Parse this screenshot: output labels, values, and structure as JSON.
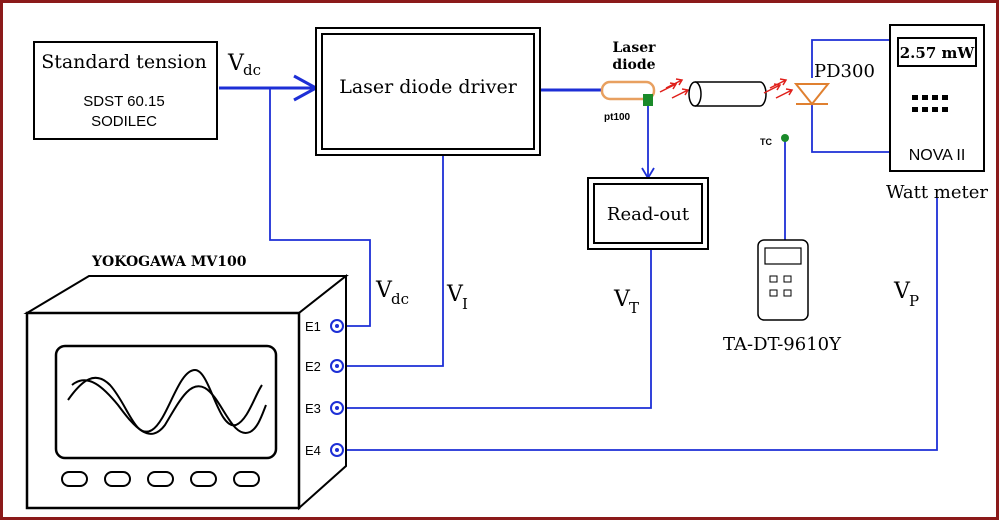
{
  "standard_tension": {
    "title": "Standard tension",
    "model": "SDST 60.15",
    "maker": "SODILEC"
  },
  "laser_driver": {
    "label": "Laser diode driver"
  },
  "laser_diode": {
    "label_line1": "Laser",
    "label_line2": "diode",
    "sensor": "pt100"
  },
  "readout": {
    "label": "Read-out"
  },
  "photodiode": {
    "label": "PD300"
  },
  "wattmeter": {
    "display": "2.57 mW",
    "model": "NOVA II",
    "label": "Watt meter"
  },
  "thermometer": {
    "probe": "TC",
    "label": "TA-DT-9610Y"
  },
  "recorder": {
    "title": "YOKOGAWA MV100",
    "inputs": [
      "E1",
      "E2",
      "E3",
      "E4"
    ]
  },
  "signals": {
    "vdc_top": {
      "main": "V",
      "sub": "dc"
    },
    "vdc": {
      "main": "V",
      "sub": "dc"
    },
    "vi": {
      "main": "V",
      "sub": "I"
    },
    "vt": {
      "main": "V",
      "sub": "T"
    },
    "vp": {
      "main": "V",
      "sub": "P"
    }
  },
  "colors": {
    "wire": "#1d2fd6",
    "frame": "#8b1a1a",
    "fiber_arrow": "#e0201b",
    "laser_body": "#e8a060",
    "sensor": "#1a8a2a"
  }
}
